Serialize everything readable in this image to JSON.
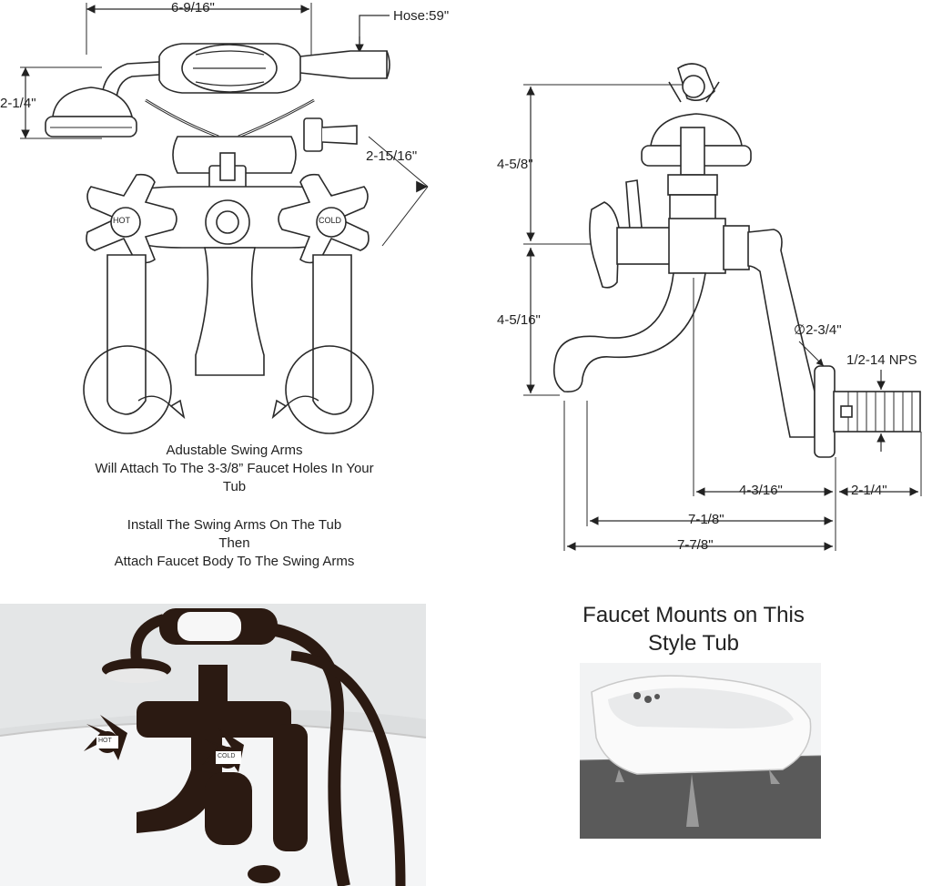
{
  "front_view": {
    "width_dim": "6-9/16\"",
    "hose_label": "Hose:59\"",
    "head_height_dim": "2-1/4\"",
    "diverter_dim": "2-15/16\"",
    "hot_label": "HOT",
    "cold_label": "COLD"
  },
  "side_view": {
    "upper_height_dim": "4-5/8\"",
    "lower_height_dim": "4-5/16\"",
    "flange_dim": "∅2-3/4\"",
    "thread_label": "1/2-14 NPS",
    "reach_dim": "4-3/16\"",
    "shank_dim": "2-1/4\"",
    "spout_length_dim": "7-1/8\"",
    "overall_length_dim": "7-7/8\""
  },
  "notes": {
    "swing_arms": [
      "Adustable Swing Arms",
      "Will Attach To The 3-3/8” Faucet Holes In Your",
      "Tub"
    ],
    "install": [
      "Install The Swing Arms On The Tub",
      "Then",
      "Attach Faucet Body To The Swing Arms"
    ]
  },
  "tub_panel": {
    "heading_line1": "Faucet Mounts on This",
    "heading_line2": "Style Tub"
  },
  "photo": {
    "hot_label": "HOT",
    "cold_label": "COLD"
  },
  "colors": {
    "line": "#2a2a2a",
    "bronze": "#2b1a12",
    "tub_white": "#f3f4f5",
    "floor": "#5a5a5a"
  }
}
